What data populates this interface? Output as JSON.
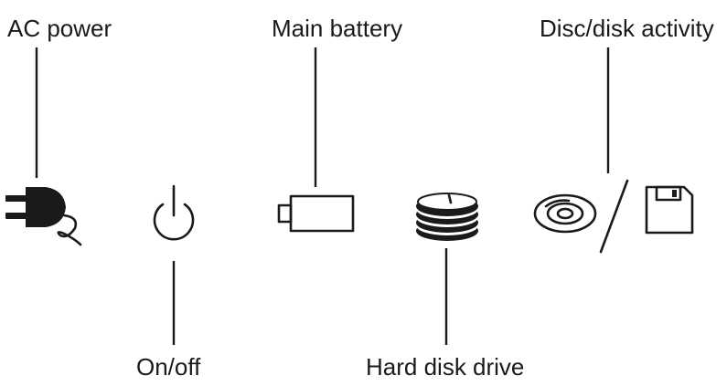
{
  "labels": {
    "ac_power": "AC power",
    "main_battery": "Main battery",
    "disc_disk_activity": "Disc/disk activity",
    "on_off": "On/off",
    "hard_disk_drive": "Hard disk drive"
  },
  "icons": {
    "ac_power": "power-plug-icon",
    "on_off": "power-button-icon",
    "main_battery": "battery-icon",
    "hard_disk_drive": "hard-disk-stack-icon",
    "disc": "optical-disc-icon",
    "disk": "floppy-disk-icon"
  },
  "colors": {
    "ink": "#1a1a1a",
    "background": "#ffffff"
  }
}
